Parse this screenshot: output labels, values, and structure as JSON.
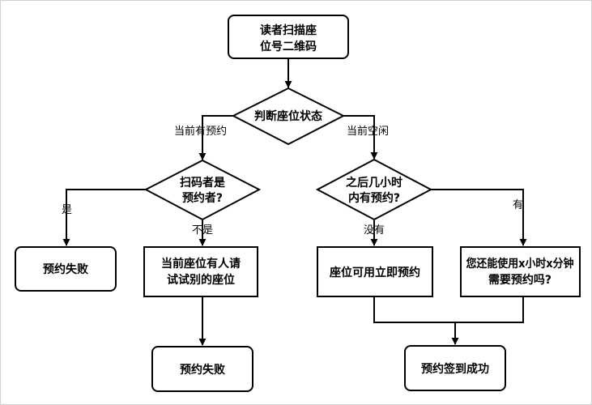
{
  "nodes": {
    "scan": {
      "line1": "读者扫描座",
      "line2": "位号二维码"
    },
    "judge_status": {
      "label": "判断座位状态"
    },
    "is_reserver": {
      "line1": "扫码者是",
      "line2": "预约者?"
    },
    "reserved_soon": {
      "line1": "之后几小时",
      "line2": "内有预约?"
    },
    "fail_left": {
      "label": "预约失败"
    },
    "occupied_notice": {
      "line1": "当前座位有人请",
      "line2": "试试别的座位"
    },
    "available_now": {
      "label": "座位可用立即预约"
    },
    "ask_reserve": {
      "line1": "您还能使用x小时x分钟",
      "line2": "需要预约吗?"
    },
    "fail_bottom": {
      "label": "预约失败"
    },
    "checkin_success": {
      "label": "预约签到成功"
    }
  },
  "edges": {
    "currently_reserved": "当前有预约",
    "currently_free": "当前空闲",
    "yes": "是",
    "no": "不是",
    "none": "没有",
    "has": "有"
  }
}
